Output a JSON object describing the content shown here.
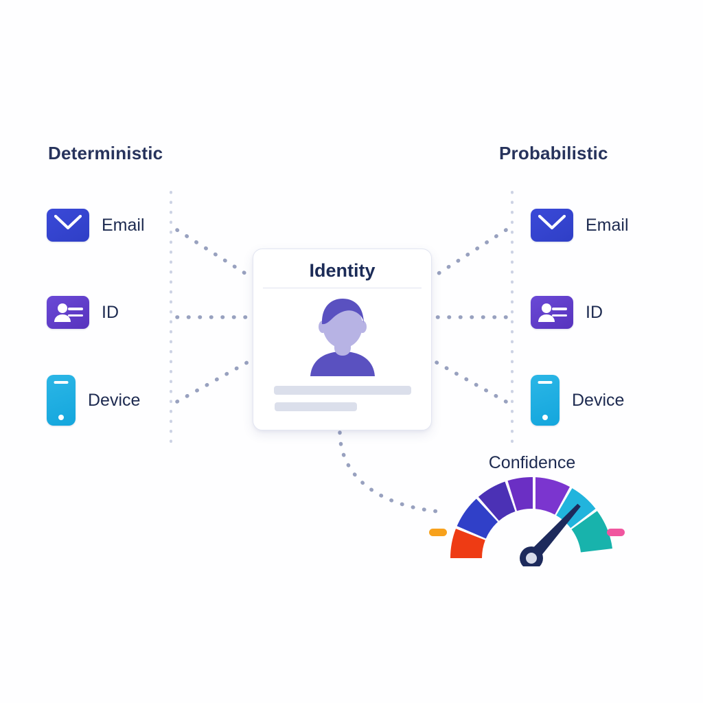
{
  "diagram": {
    "title_left": "Deterministic",
    "title_right": "Probabilistic",
    "left_attributes": [
      {
        "label": "Email",
        "icon": "envelope-icon",
        "color": "#3040cc"
      },
      {
        "label": "ID",
        "icon": "id-card-icon",
        "color": "#5b3fc4"
      },
      {
        "label": "Device",
        "icon": "mobile-phone-icon",
        "color": "#1aa9df"
      }
    ],
    "right_attributes": [
      {
        "label": "Email",
        "icon": "envelope-icon",
        "color": "#3040cc"
      },
      {
        "label": "ID",
        "icon": "id-card-icon",
        "color": "#5b3fc4"
      },
      {
        "label": "Device",
        "icon": "mobile-phone-icon",
        "color": "#1aa9df"
      }
    ],
    "identity_card": {
      "title": "Identity",
      "avatar": "person-avatar-icon",
      "placeholder_bars": 2
    },
    "gauge": {
      "label": "Confidence",
      "needle_angle_deg": 48,
      "needle_color": "#1d2a5c",
      "segment_colors": [
        "#ee3b14",
        "#3040c8",
        "#4b31b5",
        "#6b2fc4",
        "#7b35cf",
        "#21b4dd",
        "#18b3ac"
      ],
      "marker_left_color": "#f7a11c",
      "marker_right_color": "#f0569f"
    },
    "connector_style": "dotted",
    "connector_color": "#9aa3c0",
    "background_color": "#ffffff"
  }
}
